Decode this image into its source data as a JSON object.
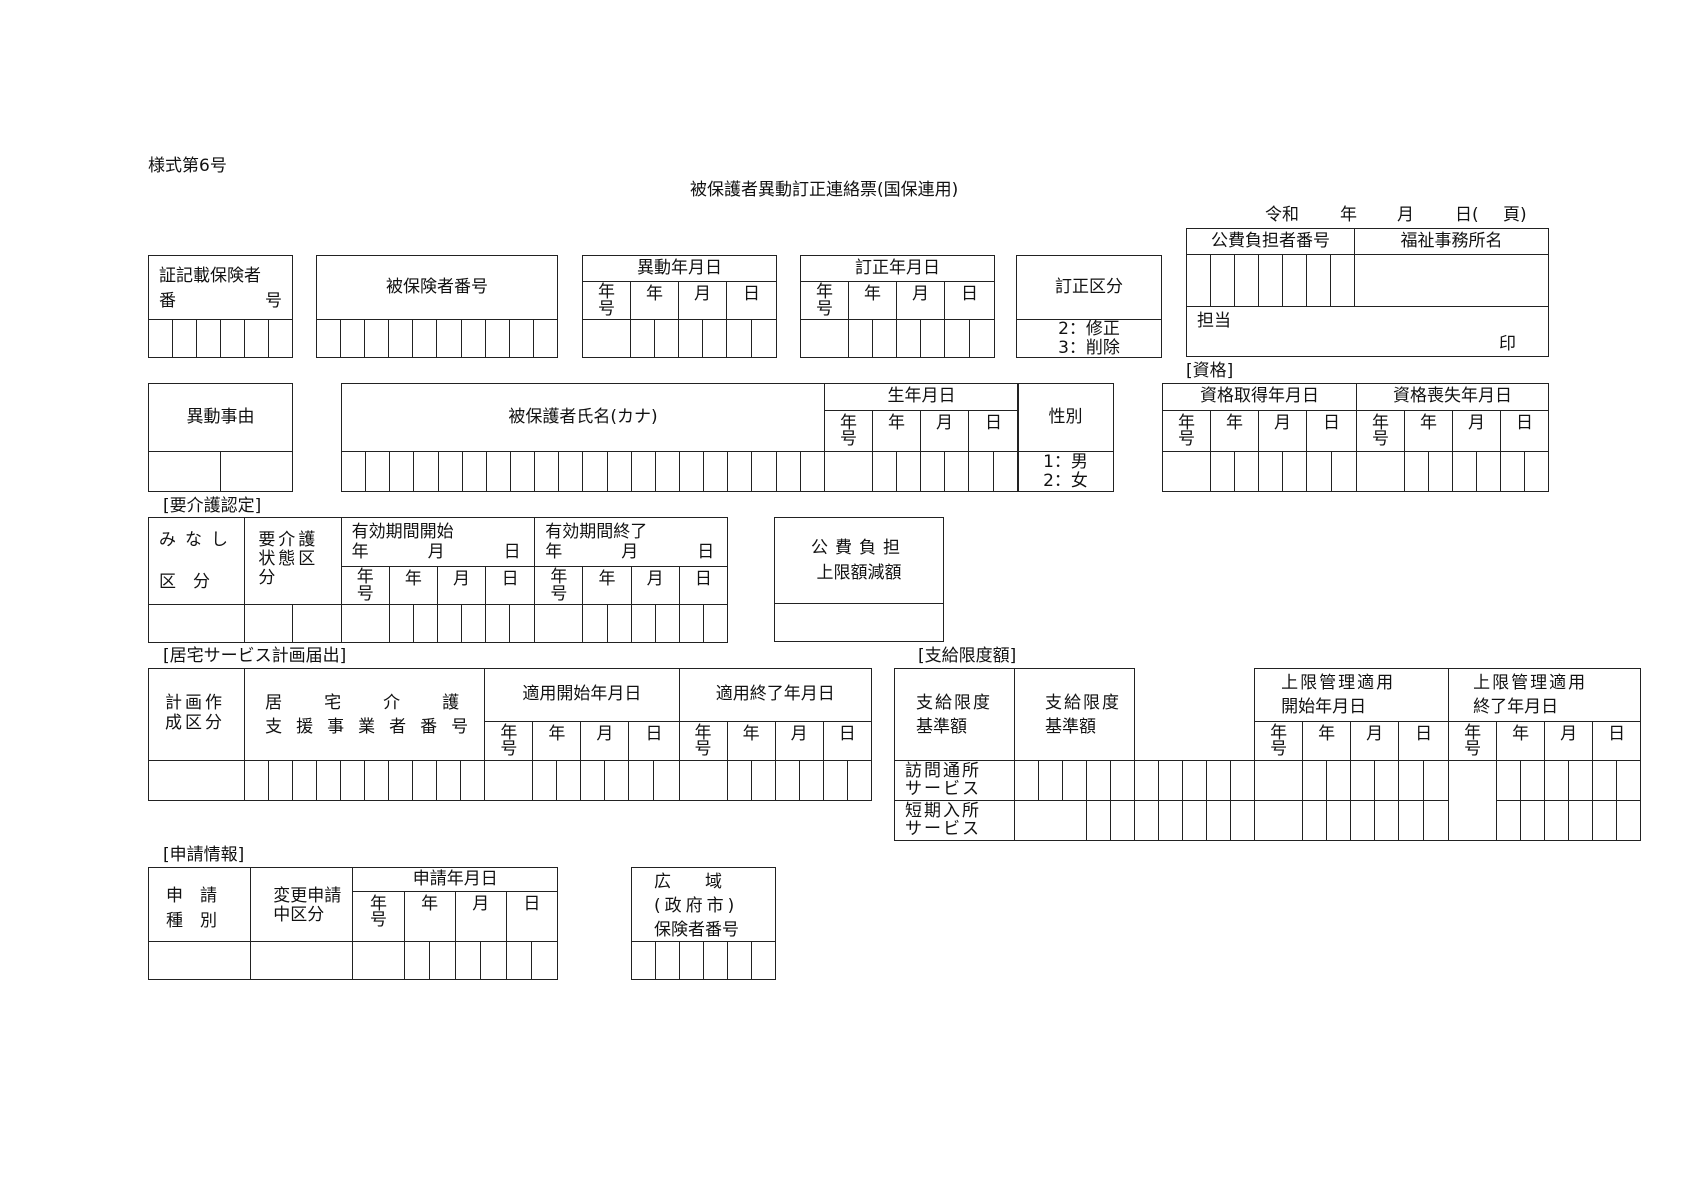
{
  "form_number": "様式第6号",
  "title": "被保護者異動訂正連絡票(国保連用)",
  "date_line": {
    "era": "令和",
    "year": "年",
    "month": "月",
    "day": "日(",
    "page": "頁)"
  },
  "public_burden": {
    "number_label": "公費負担者番号",
    "office_label": "福祉事務所名",
    "staff_label": "担当",
    "seal": "印"
  },
  "cert_insured_no": {
    "line1": "証記載保険者",
    "line2a": "番",
    "line2b": "号"
  },
  "insured_no": "被保険者番号",
  "date_labels": {
    "era": "年",
    "era2": "号",
    "year": "年",
    "month": "月",
    "day": "日"
  },
  "change_date": "異動年月日",
  "correction_date": "訂正年月日",
  "correction_type": {
    "label": "訂正区分",
    "opt1": "2：修正",
    "opt2": "3：削除"
  },
  "qualification_header": "[資格]",
  "qualification": {
    "acquire": "資格取得年月日",
    "lose": "資格喪失年月日"
  },
  "change_reason": "異動事由",
  "name_kana": "被保護者氏名(カナ)",
  "birth_date": "生年月日",
  "sex": {
    "label": "性別",
    "opt1": "1：男",
    "opt2": "2：女"
  },
  "care_cert_header": "[要介護認定]",
  "care_cert": {
    "deemed_1": "みなし",
    "deemed_2": "区　分",
    "care_level_1": "要介護",
    "care_level_2": "状態区",
    "care_level_3": "分",
    "valid_start": "有効期間開始",
    "valid_end": "有効期間終了"
  },
  "public_limit": {
    "line1": "公費負担",
    "line2": "上限額減額"
  },
  "home_plan_header": "[居宅サービス計画届出]",
  "home_plan": {
    "creator_1": "計画作",
    "creator_2": "成区分",
    "provider_1": "居宅介護",
    "provider_2": "支援事業者番号",
    "apply_start": "適用開始年月日",
    "apply_end": "適用終了年月日"
  },
  "limit_header": "[支給限度額]",
  "limit": {
    "standard_1": "支給限度",
    "standard_2": "基準額",
    "amount_1": "支給限度",
    "amount_2": "基準額",
    "mgmt_start_1": "上限管理適用",
    "mgmt_start_2": "開始年月日",
    "mgmt_end_1": "上限管理適用",
    "mgmt_end_2": "終了年月日",
    "visit_1": "訪問通所",
    "visit_2": "サービス",
    "short_1": "短期入所",
    "short_2": "サービス"
  },
  "application_header": "[申請情報]",
  "application": {
    "type_1": "申　請",
    "type_2": "種　別",
    "change_1": "変更申請",
    "change_2": "中区分",
    "date": "申請年月日"
  },
  "regional": {
    "line1": "広　　域",
    "line2": "(政府市)",
    "line3": "保険者番号"
  }
}
